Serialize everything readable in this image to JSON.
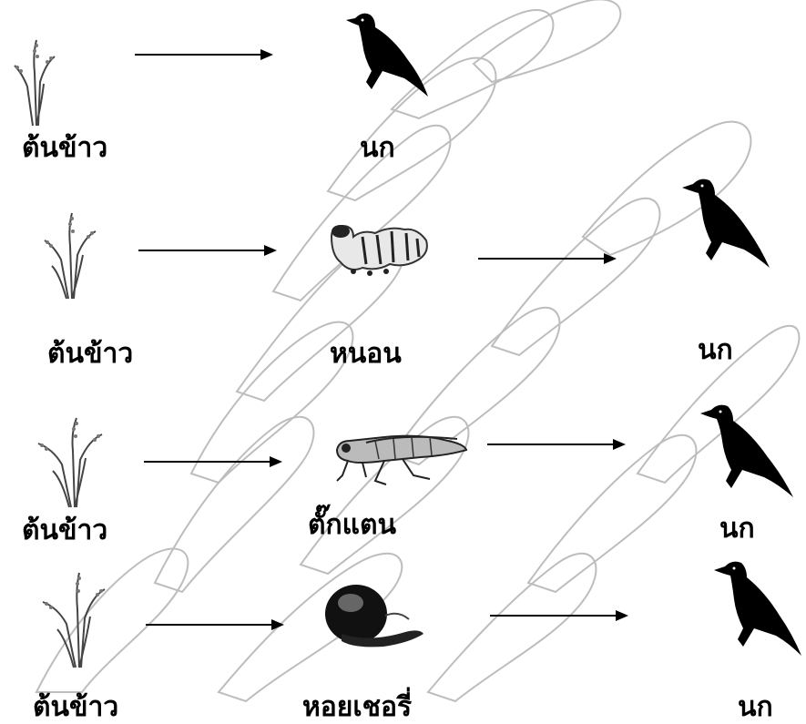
{
  "chains": [
    {
      "items": [
        "ต้นข้าว",
        "นก"
      ]
    },
    {
      "items": [
        "ต้นข้าว",
        "หนอน",
        "นก"
      ]
    },
    {
      "items": [
        "ต้นข้าว",
        "ตั๊กแตน",
        "นก"
      ]
    },
    {
      "items": [
        "ต้นข้าว",
        "หอยเชอรี่",
        "นก"
      ]
    }
  ],
  "icons": {
    "producer": "rice-plant-icon",
    "caterpillar": "caterpillar-icon",
    "grasshopper": "grasshopper-icon",
    "snail": "apple-snail-icon",
    "bird": "bird-icon"
  },
  "colors": {
    "ink": "#000000",
    "watermark": "#c8c8c8"
  }
}
